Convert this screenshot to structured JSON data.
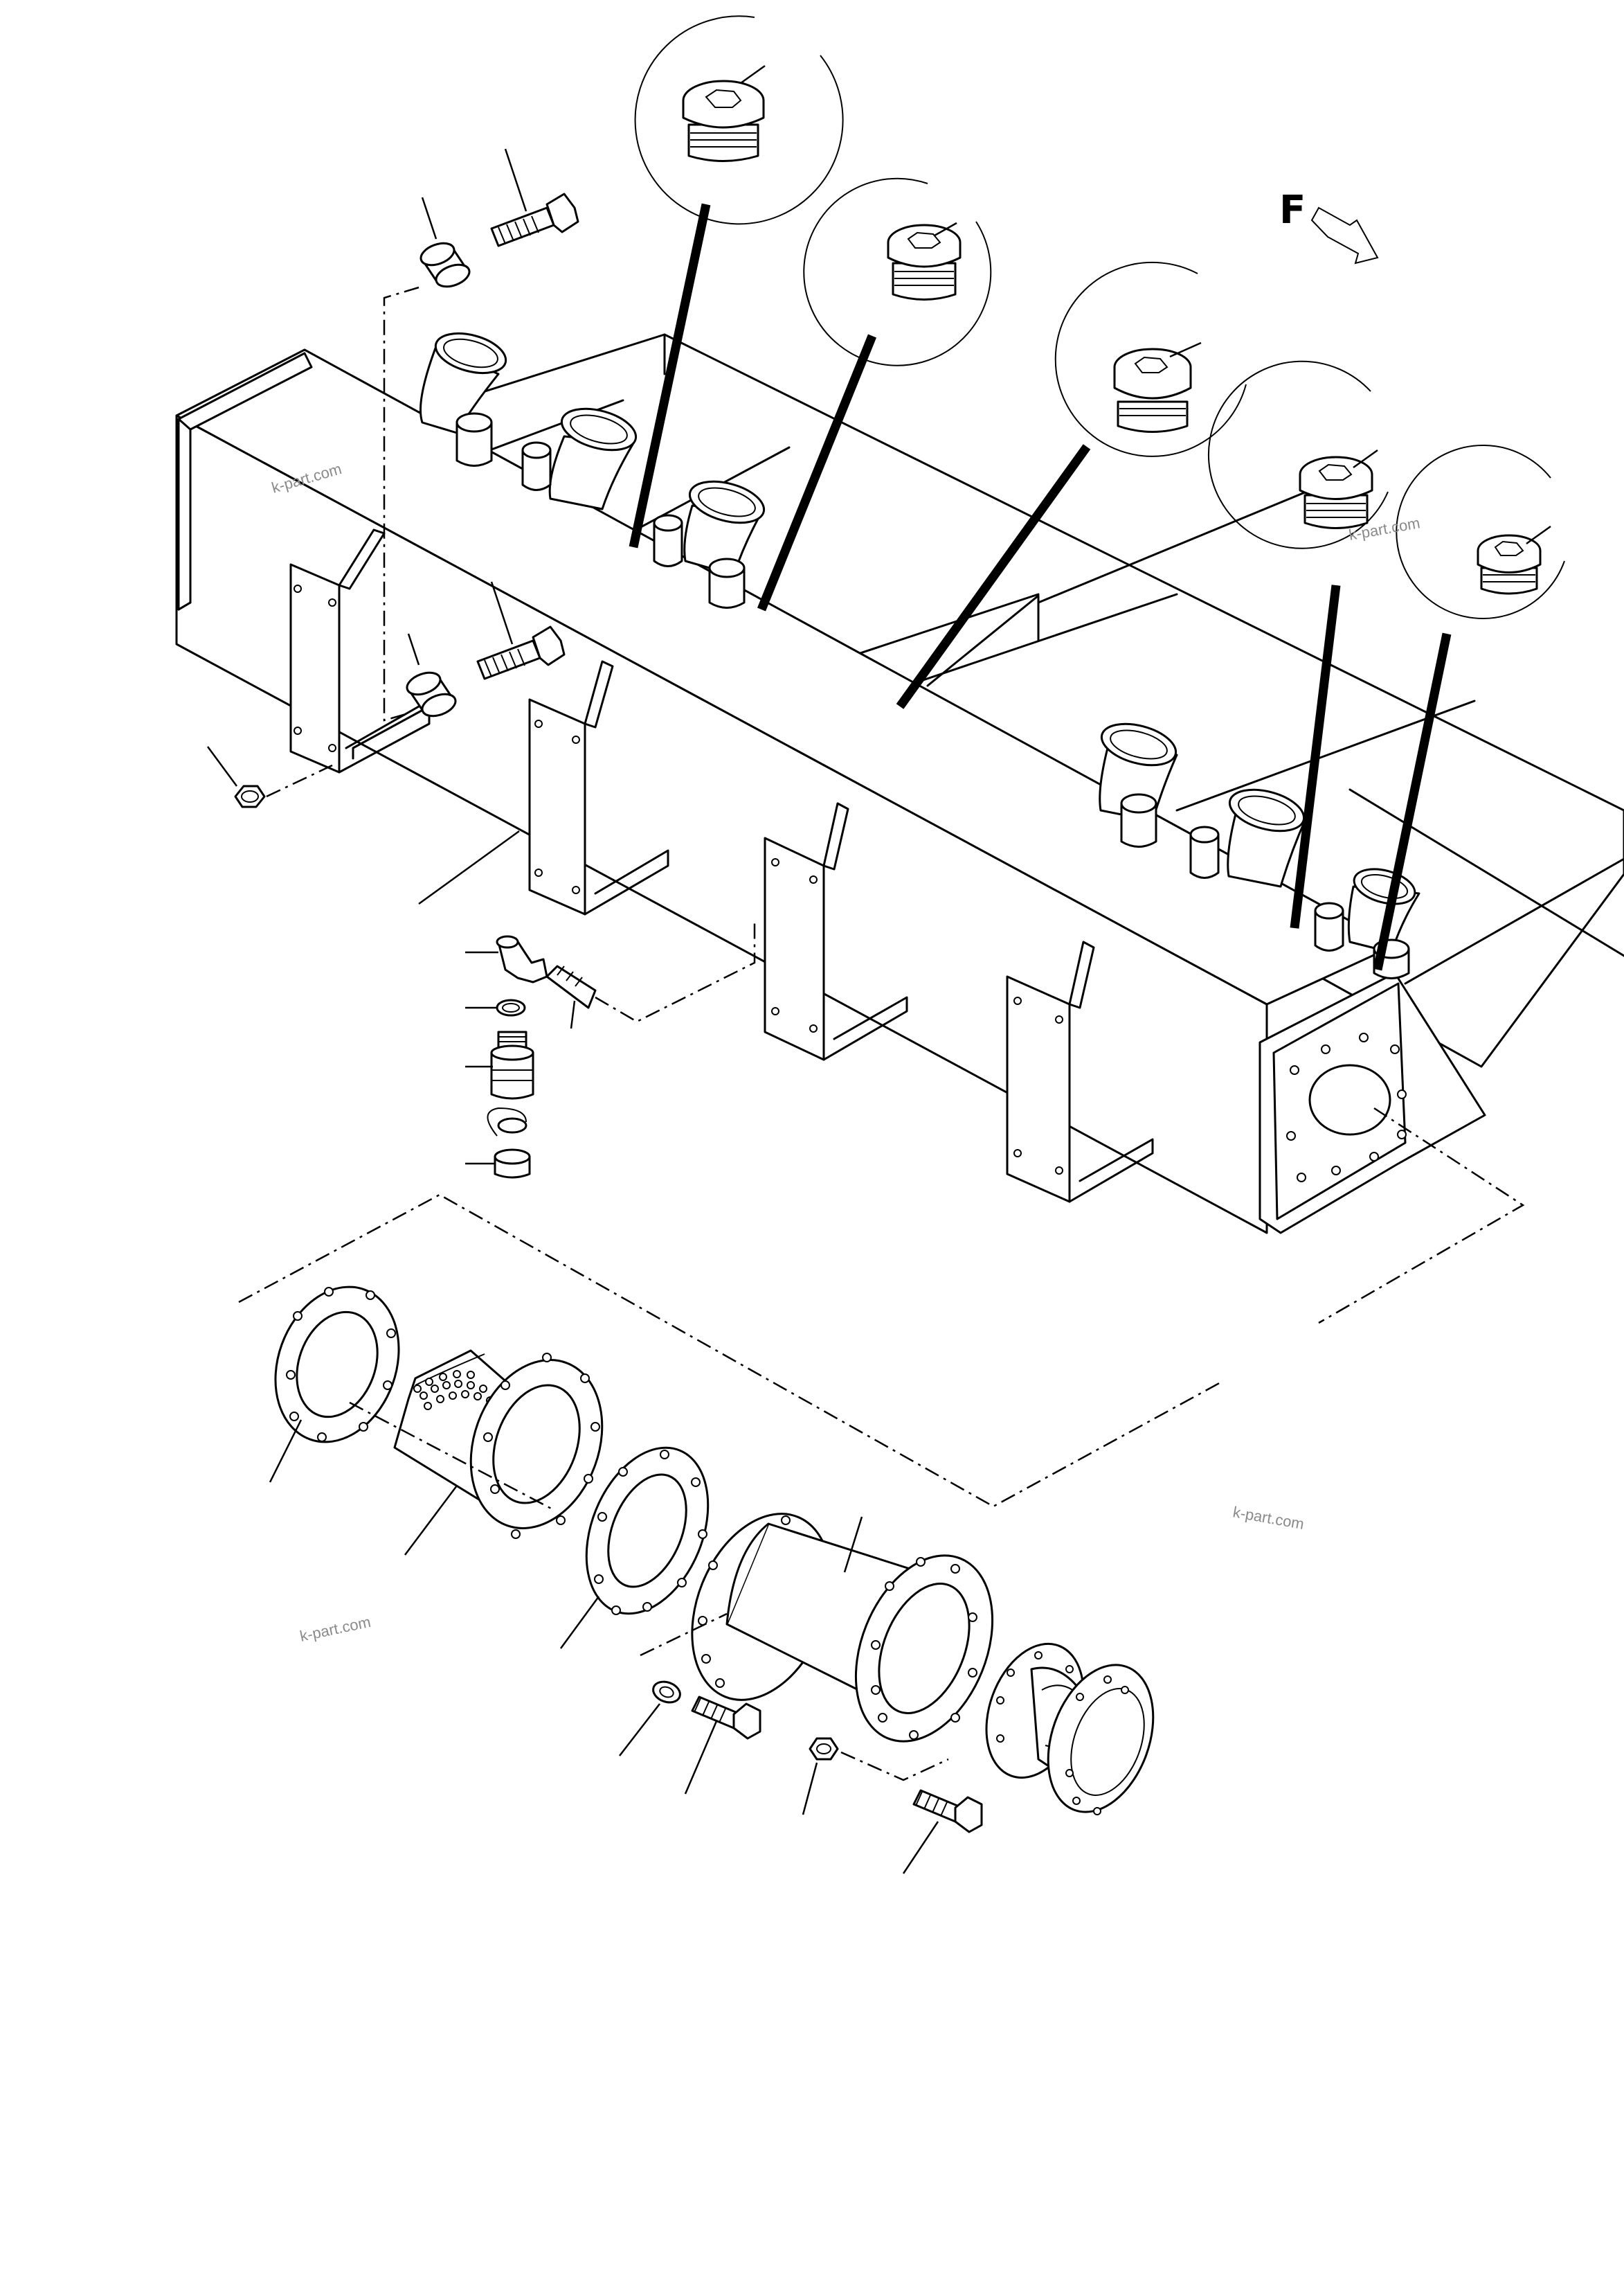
{
  "direction_label": "F",
  "watermarks": [
    "k-part.com",
    "k-part.com",
    "k-part.com",
    "k-part.com"
  ]
}
